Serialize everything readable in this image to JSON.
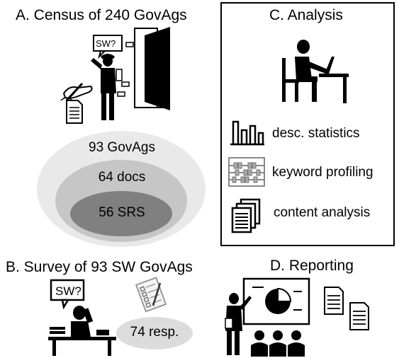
{
  "sections": {
    "census": {
      "title": "A. Census of 240 GovAgs",
      "bubble": "SW?",
      "levels": [
        "93 GovAgs",
        "64 docs",
        "56 SRS"
      ]
    },
    "survey": {
      "title": "B. Survey of 93 SW GovAgs",
      "bubble": "SW?",
      "responses": "74 resp."
    },
    "analysis": {
      "title": "C. Analysis",
      "items": [
        "desc. statistics",
        "keyword profiling",
        "content analysis"
      ]
    },
    "reporting": {
      "title": "D. Reporting"
    }
  },
  "colors": {
    "outer_ellipse": "#e9e9e9",
    "middle_ellipse": "#c6c6c6",
    "inner_ellipse": "#808080",
    "response_ellipse": "#dcdcdc"
  }
}
